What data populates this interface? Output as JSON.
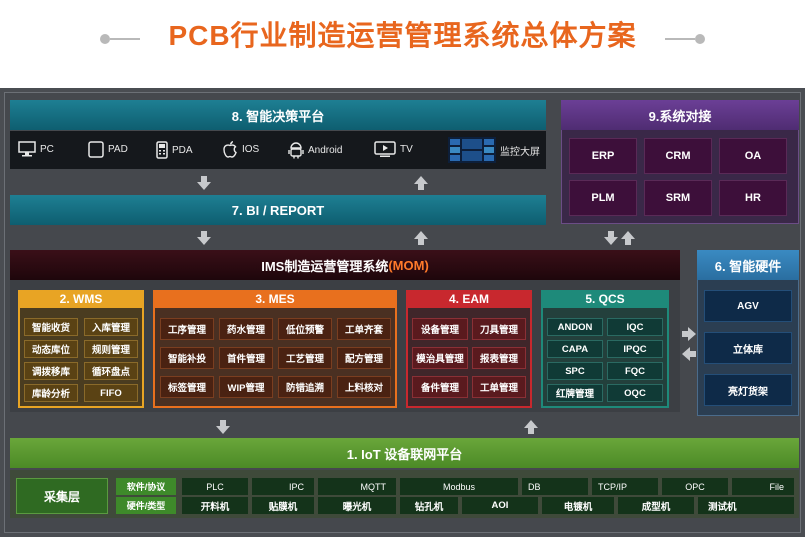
{
  "title": "PCB行业制造运营管理系统总体方案",
  "decision": {
    "title": "8. 智能决策平台",
    "devices": [
      {
        "label": "PC",
        "icon": "monitor-icon"
      },
      {
        "label": "PAD",
        "icon": "tablet-icon"
      },
      {
        "label": "PDA",
        "icon": "pda-icon"
      },
      {
        "label": "IOS",
        "icon": "apple-icon"
      },
      {
        "label": "Android",
        "icon": "android-icon"
      },
      {
        "label": "TV",
        "icon": "tv-icon"
      },
      {
        "label": "监控大屏",
        "icon": "big-screen-icon"
      }
    ]
  },
  "bi": {
    "title": "7. BI / REPORT"
  },
  "integration": {
    "title": "9.系统对接",
    "items": [
      "ERP",
      "CRM",
      "OA",
      "PLM",
      "SRM",
      "HR"
    ]
  },
  "mom": {
    "title_main": "IMS制造运营管理系统",
    "title_hl": "(MOM)"
  },
  "wms": {
    "title": "2. WMS",
    "items": [
      "智能收货",
      "入库管理",
      "动态库位",
      "规则管理",
      "调拨移库",
      "循环盘点",
      "库龄分析",
      "FIFO"
    ]
  },
  "mes": {
    "title": "3. MES",
    "items": [
      "工序管理",
      "药水管理",
      "低位预警",
      "工单齐套",
      "智能补投",
      "首件管理",
      "工艺管理",
      "配方管理",
      "标签管理",
      "WIP管理",
      "防错追溯",
      "上料核对"
    ]
  },
  "eam": {
    "title": "4. EAM",
    "items": [
      "设备管理",
      "刀具管理",
      "模治具管理",
      "报表管理",
      "备件管理",
      "工单管理"
    ]
  },
  "qcs": {
    "title": "5. QCS",
    "items": [
      "ANDON",
      "IQC",
      "CAPA",
      "IPQC",
      "SPC",
      "FQC",
      "红牌管理",
      "OQC"
    ]
  },
  "hardware": {
    "title": "6. 智能硬件",
    "items": [
      "AGV",
      "立体库",
      "亮灯货架"
    ]
  },
  "iot": {
    "title": "1. IoT 设备联网平台",
    "collect_label": "采集层",
    "row1_label": "软件/协议",
    "row2_label": "硬件/类型",
    "protocols": [
      "PLC",
      "IPC",
      "MQTT",
      "Modbus",
      "DB",
      "TCP/IP",
      "OPC",
      "File"
    ],
    "hardware_types": [
      "开料机",
      "贴膜机",
      "曝光机",
      "钻孔机",
      "AOI",
      "电镀机",
      "成型机",
      "测试机"
    ]
  },
  "colors": {
    "title_orange": "#e8661e",
    "wms": "#e8a424",
    "mes": "#e8701e",
    "eam": "#c8282e",
    "qcs": "#1e8a7a",
    "hardware": "#3a8ac2",
    "iot": "#6aa63a",
    "integration": "#6b3f96"
  }
}
